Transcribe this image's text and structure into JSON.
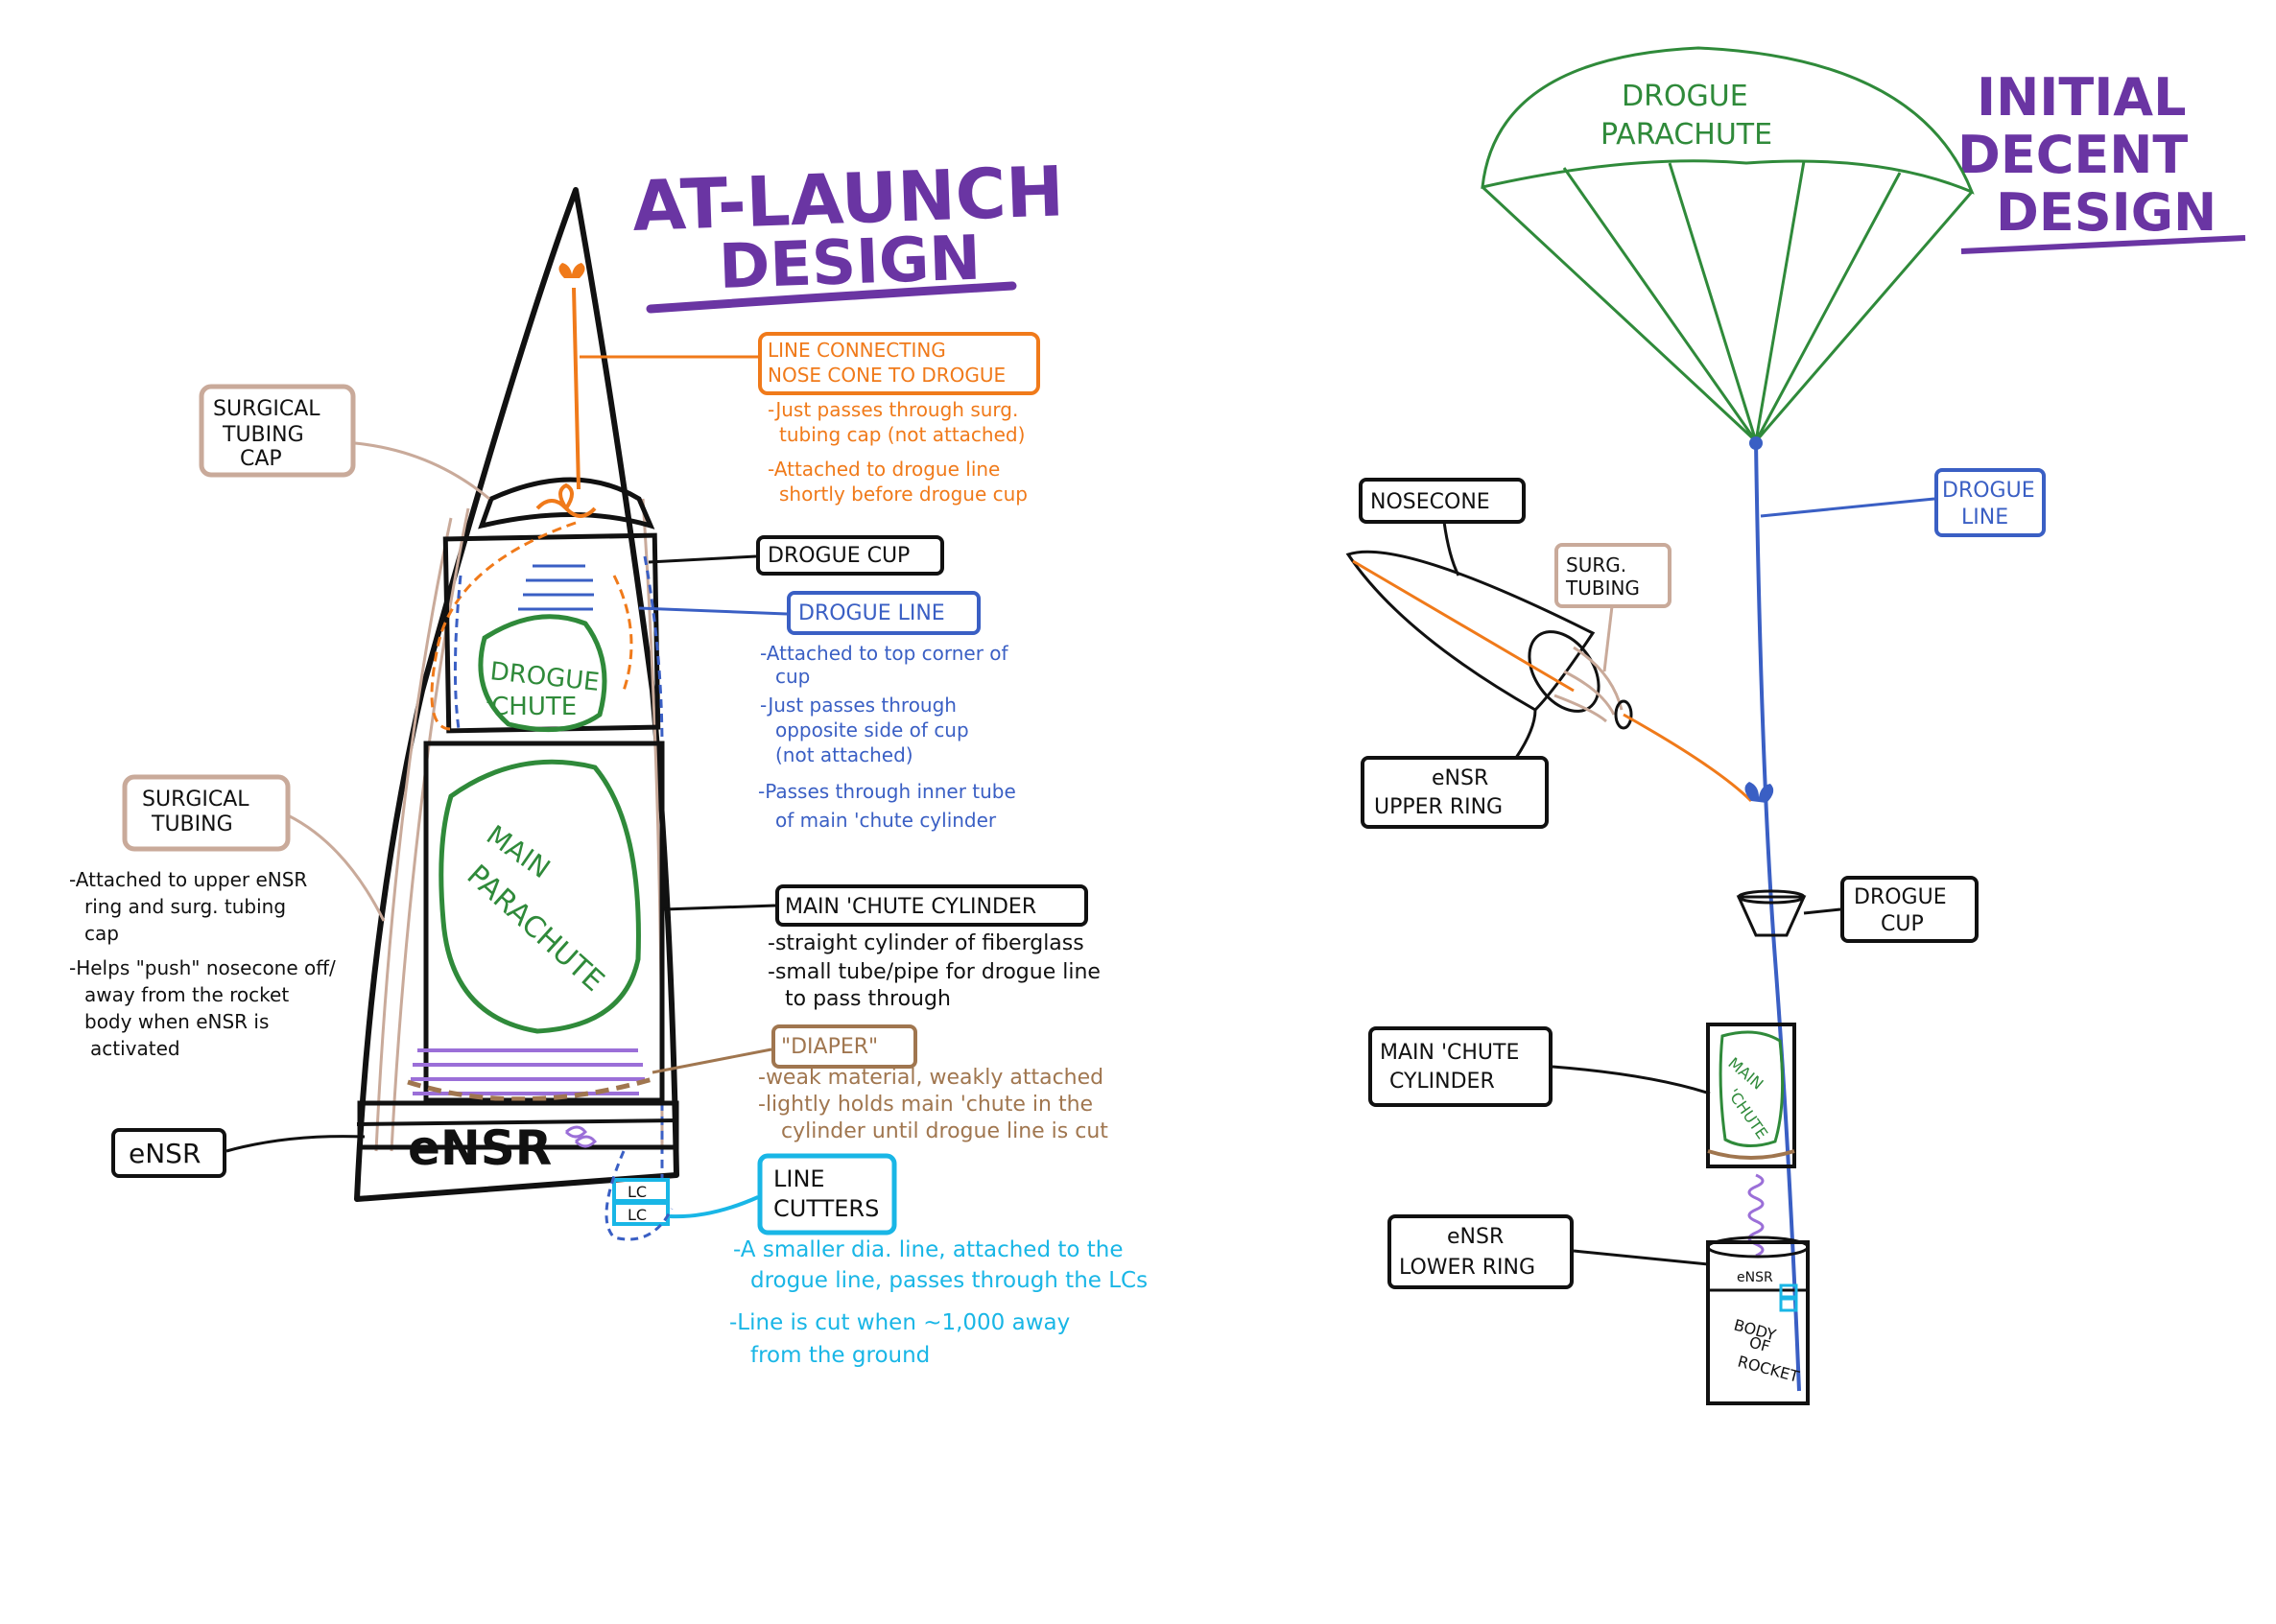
{
  "left": {
    "title_line1": "AT-LAUNCH",
    "title_line2": "DESIGN",
    "nose_cone_line": {
      "label_line1": "LINE CONNECTING",
      "label_line2": "NOSE CONE TO DROGUE",
      "notes": [
        "-Just passes through surg.",
        "tubing cap (not attached)",
        "-Attached to drogue line",
        "shortly before drogue cup"
      ]
    },
    "surgical_tubing_cap": {
      "label_line1": "SURGICAL",
      "label_line2": "TUBING",
      "label_line3": "CAP"
    },
    "drogue_cup": {
      "label": "DROGUE CUP"
    },
    "drogue_line": {
      "label": "DROGUE LINE",
      "notes": [
        "-Attached to top corner of",
        "cup",
        "-Just passes through",
        "opposite side of cup",
        "(not attached)",
        "-Passes through inner tube",
        "of main 'chute cylinder"
      ]
    },
    "drogue_chute": {
      "line1": "DROGUE",
      "line2": "'CHUTE"
    },
    "main_parachute": {
      "line1": "MAIN",
      "line2": "PARACHUTE"
    },
    "surgical_tubing": {
      "label_line1": "SURGICAL",
      "label_line2": "TUBING",
      "notes": [
        "-Attached to upper eNSR",
        "ring and surg. tubing",
        "cap",
        "-Helps \"push\" nosecone off/",
        "away from the rocket",
        "body when eNSR is",
        "activated"
      ]
    },
    "main_chute_cylinder": {
      "label": "MAIN 'CHUTE CYLINDER",
      "notes": [
        "-straight cylinder of fiberglass",
        "-small tube/pipe for drogue line",
        "to pass through"
      ]
    },
    "diaper": {
      "label": "\"DIAPER\"",
      "notes": [
        "-weak material, weakly attached",
        "-lightly holds main 'chute in the",
        "cylinder until drogue line is cut"
      ]
    },
    "ensr": {
      "label": "eNSR",
      "body_text": "eNSR"
    },
    "line_cutters": {
      "label_line1": "LINE",
      "label_line2": "CUTTERS",
      "box_text": "LC",
      "notes": [
        "-A smaller dia. line, attached to the",
        "drogue line, passes through the LCs",
        "-Line is cut when ~1,000 away",
        "from the ground"
      ]
    }
  },
  "right": {
    "title_line1": "INITIAL",
    "title_line2": "DECENT",
    "title_line3": "DESIGN",
    "drogue_parachute": {
      "line1": "DROGUE",
      "line2": "PARACHUTE"
    },
    "drogue_line": {
      "line1": "DROGUE",
      "line2": "LINE"
    },
    "nosecone": {
      "label": "NOSECONE"
    },
    "surg_tubing": {
      "line1": "SURG.",
      "line2": "TUBING"
    },
    "ensr_upper_ring": {
      "line1": "eNSR",
      "line2": "UPPER RING"
    },
    "drogue_cup": {
      "line1": "DROGUE",
      "line2": "CUP"
    },
    "main_chute_cylinder": {
      "line1": "MAIN 'CHUTE",
      "line2": "CYLINDER",
      "inner1": "MAIN",
      "inner2": "'CHUTE"
    },
    "ensr_lower_ring": {
      "line1": "eNSR",
      "line2": "LOWER RING"
    },
    "body_of_rocket": {
      "band": "eNSR",
      "line1": "BODY",
      "line2": "OF",
      "line3": "ROCKET"
    }
  },
  "colors": {
    "black": "#111111",
    "purple": "#6a35a3",
    "orange": "#f07a1a",
    "blue": "#3a5fc4",
    "green": "#2f8a3a",
    "tan": "#c9aa9a",
    "brown": "#a0764f",
    "cyan": "#19b6e6",
    "lavender": "#9b6fd8"
  }
}
